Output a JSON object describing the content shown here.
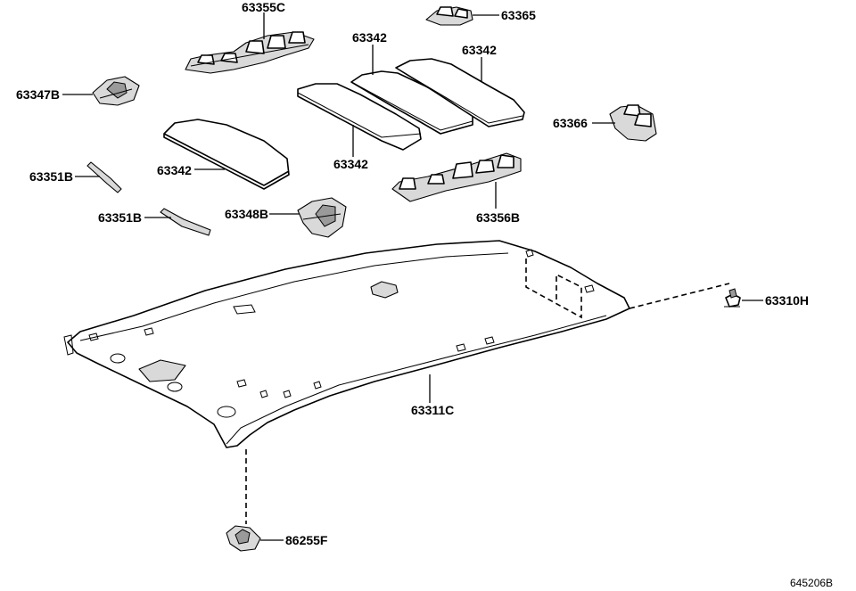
{
  "labels": {
    "l63355c": "63355C",
    "l63365": "63365",
    "l63347b": "63347B",
    "l63342_a": "63342",
    "l63342_b": "63342",
    "l63342_c": "63342",
    "l63342_d": "63342",
    "l63366": "63366",
    "l63351b_a": "63351B",
    "l63351b_b": "63351B",
    "l63348b": "63348B",
    "l63356b": "63356B",
    "l63310h": "63310H",
    "l63311c": "63311C",
    "l86255f": "86255F"
  },
  "drawing_ref": "645206B"
}
